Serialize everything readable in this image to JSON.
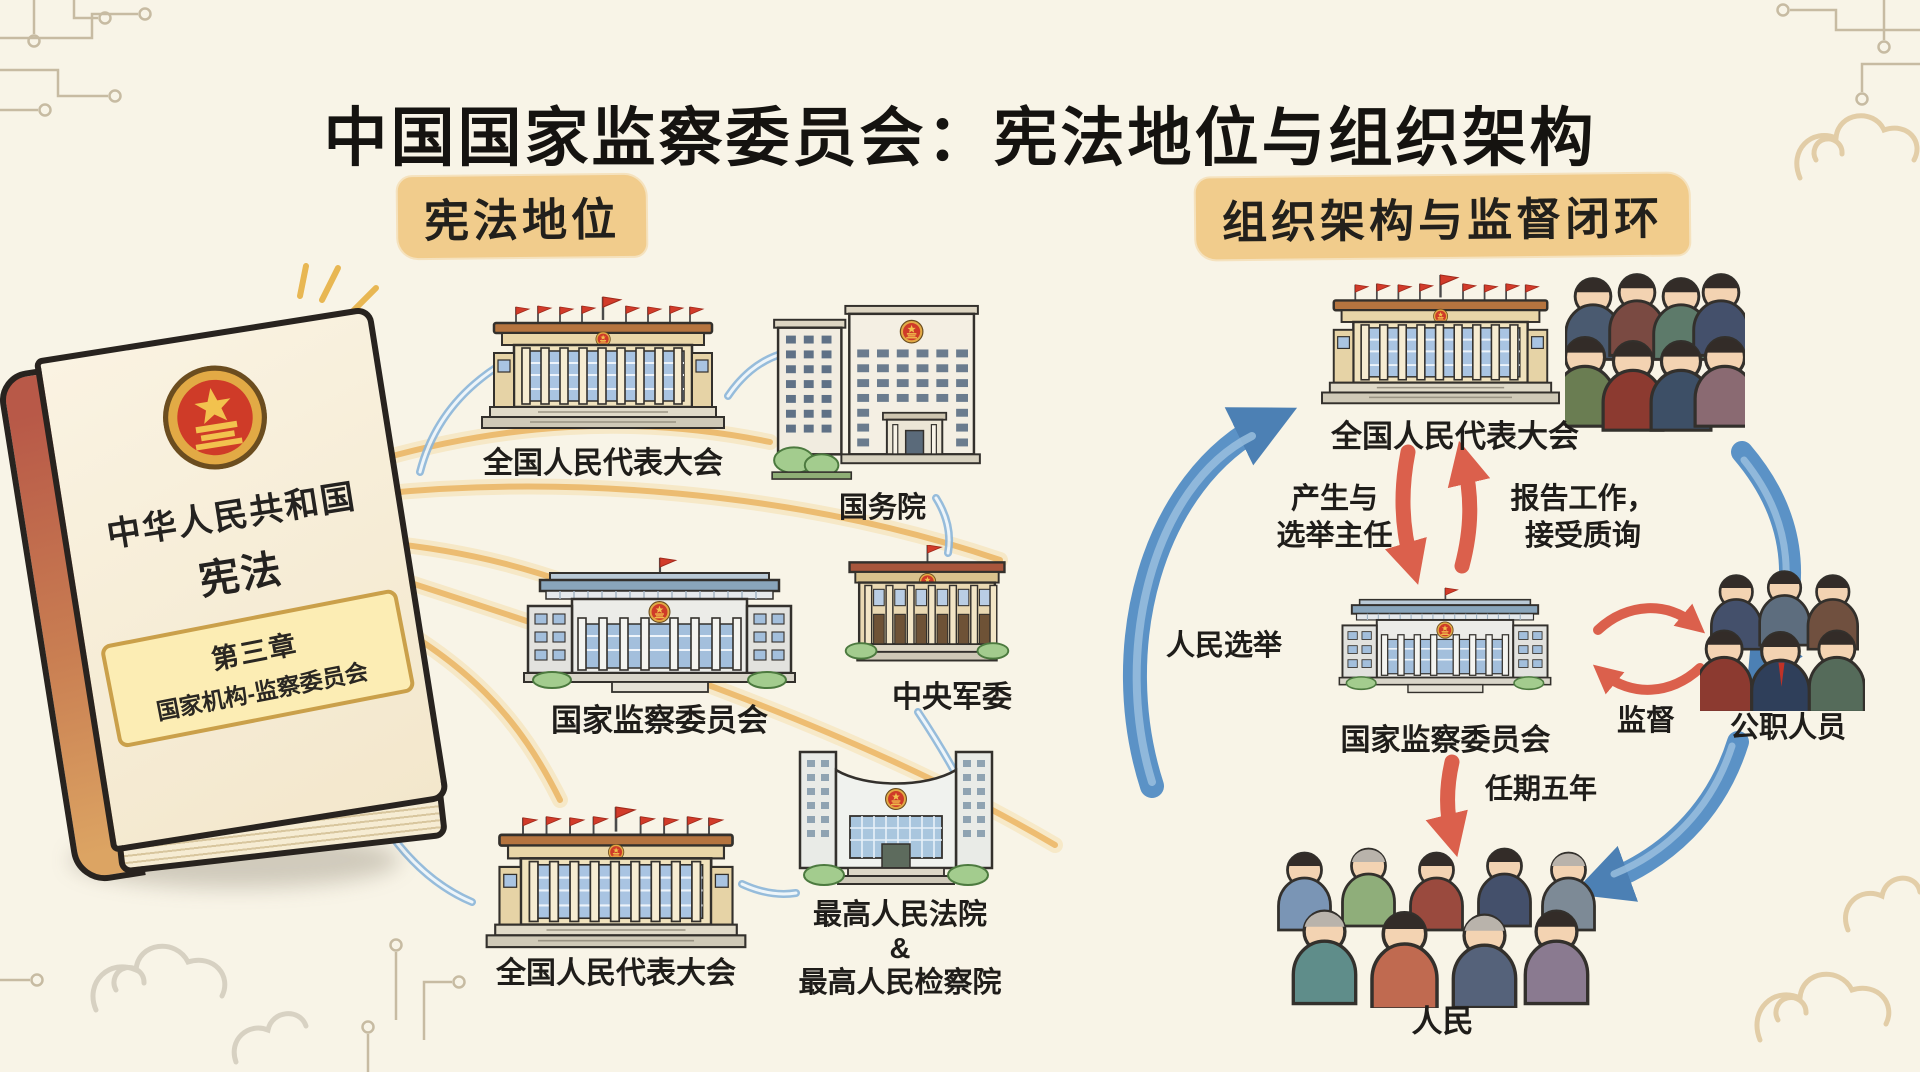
{
  "title": "中国国家监察委员会：宪法地位与组织架构",
  "left": {
    "header": "宪法地位",
    "book": {
      "title_line1": "中华人民共和国",
      "title_line2": "宪法",
      "chapter_line1": "第三章",
      "chapter_line2": "国家机构-监察委员会"
    },
    "labels": {
      "npc_top": "全国人民代表大会",
      "state_council": "国务院",
      "supervisory": "国家监察委员会",
      "military": "中央军委",
      "npc_bottom": "全国人民代表大会",
      "courts_1": "最高人民法院",
      "courts_2": "&",
      "courts_3": "最高人民检察院"
    }
  },
  "right": {
    "header": "组织架构与监督闭环",
    "labels": {
      "npc": "全国人民代表大会",
      "supervisory": "国家监察委员会",
      "officials": "公职人员",
      "people": "人民"
    },
    "arrows": {
      "elect_1": "产生与",
      "elect_2": "选举主任",
      "report_1": "报告工作，",
      "report_2": "接受质询",
      "people_elect": "人民选举",
      "supervise": "监督",
      "term": "任期五年"
    }
  },
  "colors": {
    "background": "#f8f4e7",
    "ink": "#151310",
    "highlight_yellow": "#f1cc8c",
    "arrow_blue": "#5b92c6",
    "arrow_red": "#dd6450",
    "flag_red": "#d23b2a",
    "building_tan": "#f0e2bd",
    "ray_gold": "#ecb868"
  }
}
